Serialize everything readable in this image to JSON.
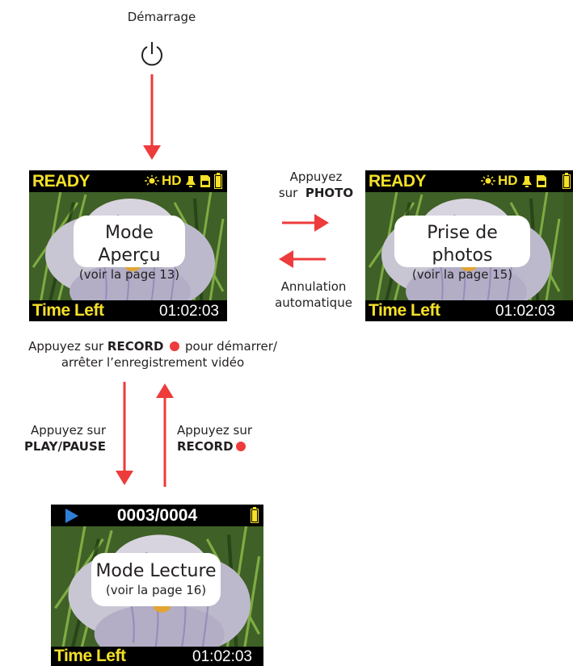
{
  "start": {
    "label": "Démarrage",
    "icon": "power-icon"
  },
  "screens": {
    "preview": {
      "status": "READY",
      "hd": "HD",
      "time_left_label": "Time Left",
      "time": "01:02:03",
      "mode": "Mode Aperçu",
      "page_ref": "(voir la page 13)"
    },
    "photo": {
      "status": "READY",
      "hd": "HD",
      "time_left_label": "Time Left",
      "time": "01:02:03",
      "mode": "Prise de photos",
      "page_ref": "(voir la page 15)"
    },
    "playback": {
      "counter": "0003/0004",
      "time_left_label": "Time Left",
      "time": "01:02:03",
      "mode": "Mode Lecture",
      "page_ref": "(voir la page 16)"
    }
  },
  "transitions": {
    "to_photo": {
      "line1": "Appuyez",
      "line2_prefix": "sur",
      "line2_bold": "PHOTO"
    },
    "from_photo": {
      "line1": "Annulation",
      "line2": "automatique"
    },
    "record": {
      "prefix": "Appuyez sur",
      "bold": "RECORD",
      "suffix": "pour démarrer/",
      "line2": "arrêter l’enregistrement vidéo"
    },
    "to_playback": {
      "line1": "Appuyez sur",
      "line2_bold": "PLAY/PAUSE"
    },
    "from_playback": {
      "line1": "Appuyez sur",
      "line2_bold": "RECORD"
    }
  },
  "colors": {
    "arrow": "#ee3b3b",
    "status_yellow": "#f5e02a",
    "play_blue": "#2f7fd8"
  }
}
